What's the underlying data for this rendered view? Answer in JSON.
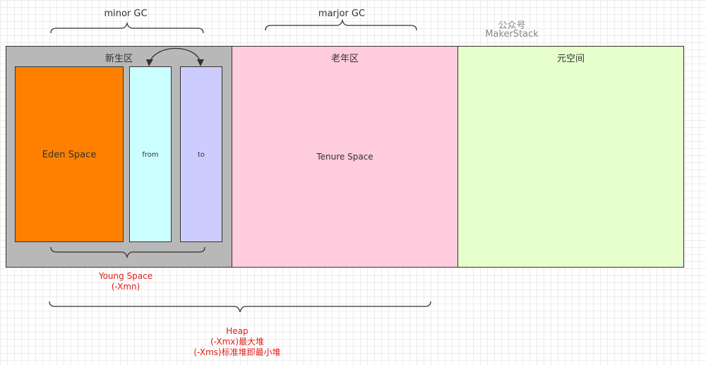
{
  "labels": {
    "minor_gc": "minor GC",
    "major_gc": "marjor GC",
    "watermark_line1": "公众号",
    "watermark_line2": "MakerStack",
    "young_title": "新生区",
    "old_title": "老年区",
    "meta_title": "元空间",
    "eden": "Eden Space",
    "from": "from",
    "to": "to",
    "tenure": "Tenure Space",
    "young_space_line1": "Young Space",
    "young_space_line2": "(-Xmn)",
    "heap_line1": "Heap",
    "heap_line2": "(-Xmx)最大堆",
    "heap_line3": "(-Xms)标准堆即最小堆"
  },
  "colors": {
    "young_region": "#b8b8b8",
    "eden": "#ff8000",
    "from": "#ccffff",
    "to": "#ccccff",
    "old_region": "#ffccdd",
    "meta_region": "#e6ffcc",
    "annotation_red": "#e0201b",
    "watermark": "#888888"
  }
}
